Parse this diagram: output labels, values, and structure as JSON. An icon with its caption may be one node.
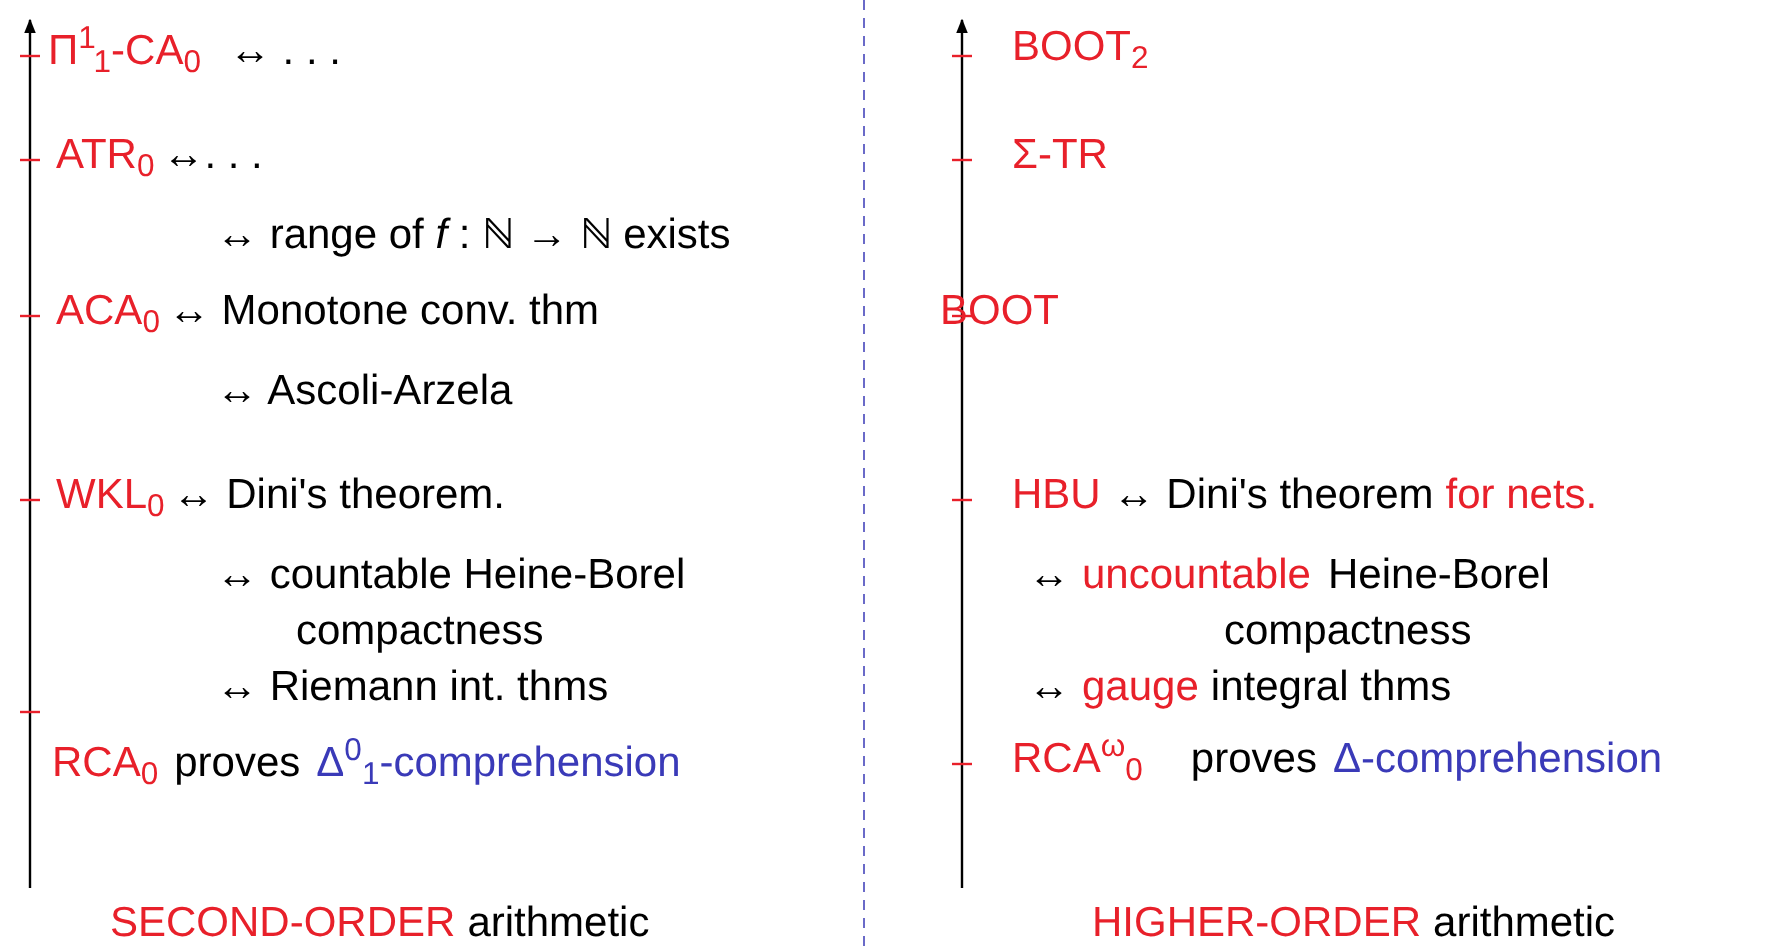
{
  "diagram": {
    "labels": [
      "Π$^{1}$$_{1}$-CA$_{0}$",
      "↔ . . .",
      "BOOT$_{2}$",
      "ATR$_{0}$",
      "↔. . .",
      "Σ-TR",
      "↔ range of *f* : ℕ → ℕ exists",
      "ACA$_{0}$",
      "↔ Monotone conv. thm",
      "BOOT",
      "↔ Ascoli-Arzela",
      "WKL$_{0}$",
      "↔ Dini's theorem.",
      "HBU",
      "↔ Dini's theorem",
      "for nets.",
      "↔ countable Heine-Borel compactness",
      "↔",
      "uncountable",
      "Heine-Borel compactness",
      "↔ Riemann int. thms",
      "↔",
      "gauge",
      "integral thms",
      "RCA$_{0}$",
      "proves",
      "Δ$^{0}$$_{1}$-comprehension",
      "RCA$^{ω}$$_{0}$",
      "proves",
      "Δ-comprehension",
      "SECOND-ORDER",
      "arithmetic",
      "HIGHER-ORDER",
      "arithmetic"
    ]
  }
}
